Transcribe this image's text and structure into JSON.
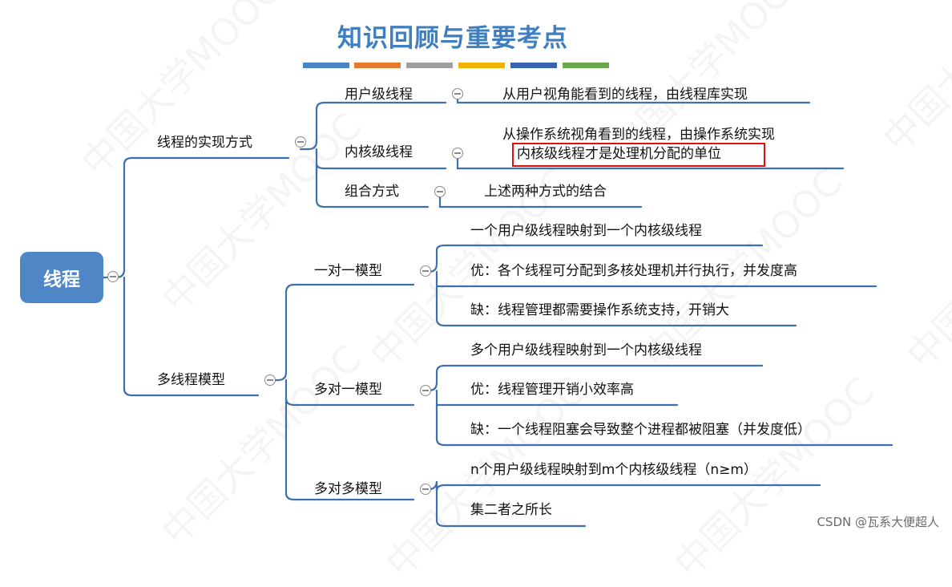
{
  "title": "知识回顾与重要考点",
  "color_bars": [
    "#4a86c6",
    "#e8782e",
    "#a0a0a0",
    "#f0b400",
    "#3a62b0",
    "#6aa84f"
  ],
  "root": {
    "label": "线程"
  },
  "watermark": "中国大学MOOC",
  "branches": {
    "implementation": {
      "label": "线程的实现方式",
      "children": {
        "user_level": {
          "label": "用户级线程",
          "leaf": "从用户视角能看到的线程，由线程库实现"
        },
        "kernel_level": {
          "label": "内核级线程",
          "leaf_line1": "从操作系统视角看到的线程，由操作系统实现",
          "leaf_line2": "内核级线程才是处理机分配的单位"
        },
        "combined": {
          "label": "组合方式",
          "leaf": "上述两种方式的结合"
        }
      }
    },
    "models": {
      "label": "多线程模型",
      "children": {
        "one_to_one": {
          "label": "一对一模型",
          "leaves": [
            "一个用户级线程映射到一个内核级线程",
            "优：各个线程可分配到多核处理机并行执行，并发度高",
            "缺：线程管理都需要操作系统支持，开销大"
          ]
        },
        "many_to_one": {
          "label": "多对一模型",
          "leaves": [
            "多个用户级线程映射到一个内核级线程",
            "优：线程管理开销小效率高",
            "缺：一个线程阻塞会导致整个进程都被阻塞（并发度低）"
          ]
        },
        "many_to_many": {
          "label": "多对多模型",
          "leaves": [
            "n个用户级线程映射到m个内核级线程（n≥m）",
            "集二者之所长"
          ]
        }
      }
    }
  },
  "credit": "CSDN @瓦系大便超人"
}
